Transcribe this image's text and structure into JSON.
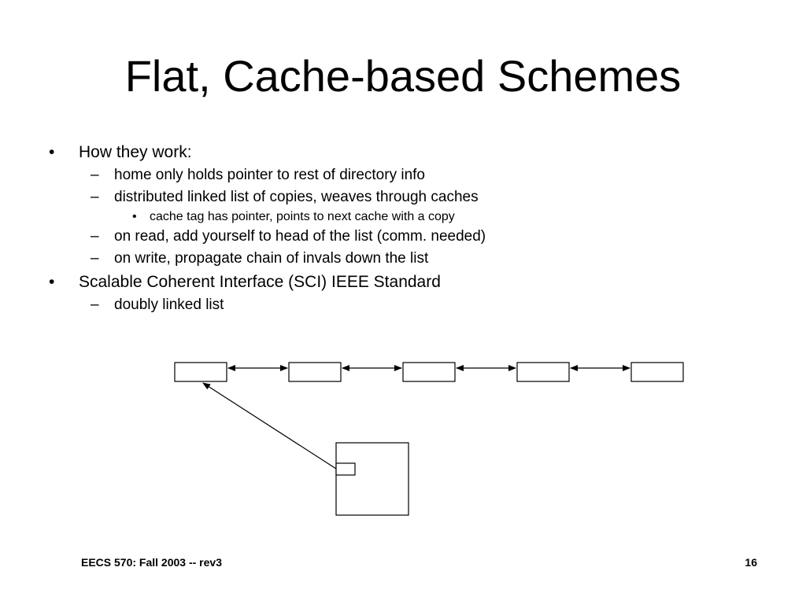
{
  "slide": {
    "title": "Flat, Cache-based Schemes",
    "bullets": [
      {
        "level": 1,
        "marker": "•",
        "text": "How they work:"
      },
      {
        "level": 2,
        "marker": "–",
        "text": "home only holds pointer to rest of directory info"
      },
      {
        "level": 2,
        "marker": "–",
        "text": "distributed linked list of copies, weaves through caches"
      },
      {
        "level": 3,
        "marker": "•",
        "text": "cache tag has pointer, points to next cache with a copy"
      },
      {
        "level": 2,
        "marker": "–",
        "text": "on read, add yourself to head of the list (comm. needed)"
      },
      {
        "level": 2,
        "marker": "–",
        "text": "on write, propagate chain of invals down the list"
      },
      {
        "level": 1,
        "marker": "•",
        "text": "Scalable Coherent Interface (SCI) IEEE Standard"
      },
      {
        "level": 2,
        "marker": "–",
        "text": "doubly linked list"
      }
    ]
  },
  "diagram": {
    "list_node_count": 5,
    "link_style": "bidirectional-arrow",
    "home_entry_points_to": "first-node"
  },
  "footer": {
    "course": "EECS 570: Fall 2003 -- rev3",
    "page_number": "16"
  }
}
